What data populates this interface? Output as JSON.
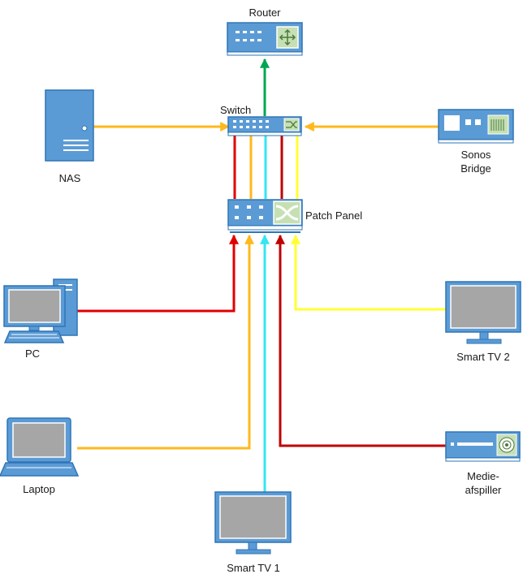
{
  "diagram": {
    "nodes": {
      "router": {
        "label": "Router",
        "icon": "router-icon"
      },
      "switch": {
        "label": "Switch",
        "icon": "switch-icon"
      },
      "nas": {
        "label": "NAS",
        "icon": "server-tower-icon"
      },
      "sonos": {
        "label_line1": "Sonos",
        "label_line2": "Bridge",
        "icon": "bridge-device-icon"
      },
      "patch_panel": {
        "label": "Patch Panel",
        "icon": "patch-panel-icon"
      },
      "pc": {
        "label": "PC",
        "icon": "desktop-computer-icon"
      },
      "smart_tv_2": {
        "label": "Smart TV 2",
        "icon": "monitor-icon"
      },
      "laptop": {
        "label": "Laptop",
        "icon": "laptop-icon"
      },
      "media_player": {
        "label_line1": "Medie-",
        "label_line2": "afspiller",
        "icon": "media-player-icon"
      },
      "smart_tv_1": {
        "label": "Smart TV 1",
        "icon": "monitor-icon"
      }
    },
    "colors": {
      "device_fill": "#5b9bd5",
      "device_stroke": "#2e75b6",
      "screen_fill": "#a6a6a6",
      "switch_to_router": "#00a650",
      "orange": "#ffb81c",
      "red": "#e00000",
      "dark_red": "#c00000",
      "yellow": "#ffff33",
      "cyan": "#33e6f2"
    }
  }
}
